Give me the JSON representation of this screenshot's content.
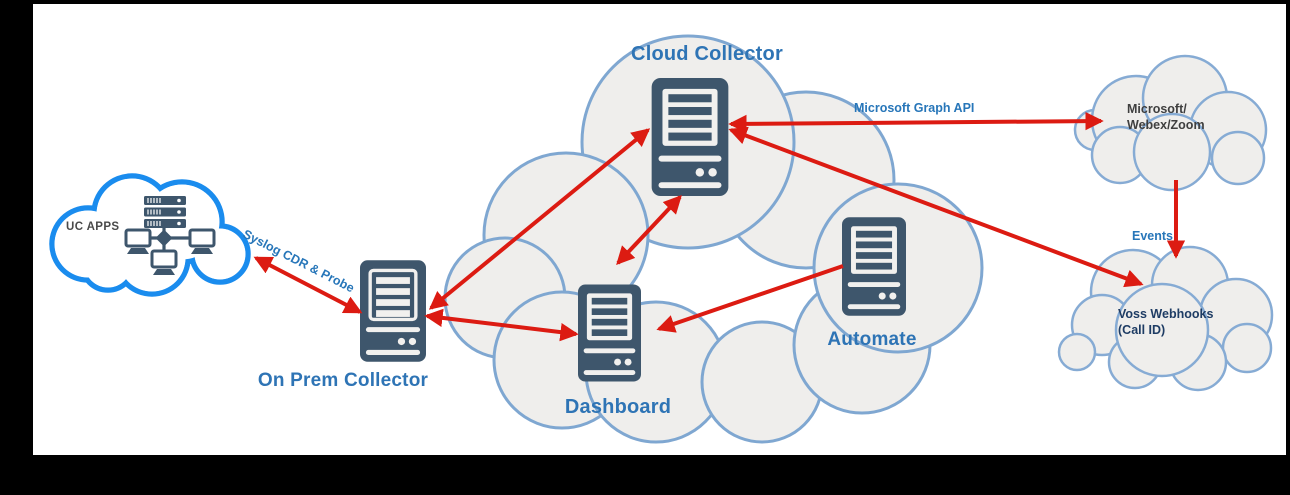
{
  "diagram": {
    "nodes": {
      "uc_apps": {
        "label": "UC APPS"
      },
      "on_prem_collector": {
        "label": "On Prem Collector"
      },
      "cloud_collector": {
        "label": "Cloud Collector"
      },
      "dashboard": {
        "label": "Dashboard"
      },
      "automate": {
        "label": "Automate"
      },
      "microsoft_webex_zoom": {
        "label": "Microsoft/\nWebex/Zoom"
      },
      "voss_webhooks": {
        "label": "Voss Webhooks\n(Call ID)"
      }
    },
    "edge_labels": {
      "syslog": "Syslog CDR & Probe",
      "graph_api": "Microsoft Graph API",
      "events": "Events"
    },
    "colors": {
      "arrow_red": "#DC1B12",
      "server_slate": "#3E566C",
      "node_label_blue": "#2E74B5",
      "edge_label_blue": "#2776B9",
      "cloud_fill": "#EFEEEC",
      "cloud_outline": "#7FA7D1",
      "uc_cloud_outline": "#1A8CEE",
      "ms_text": "#3F3F3F",
      "voss_text": "#1E3C64",
      "frame": "#000000"
    }
  }
}
